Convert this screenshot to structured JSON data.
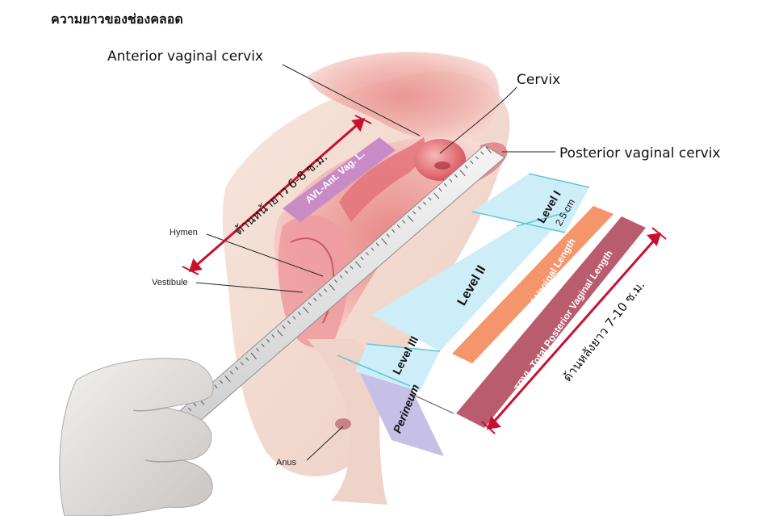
{
  "title": "ความยาวของช่องคลอด",
  "labels": {
    "anterior_cervix": "Anterior vaginal cervix",
    "cervix": "Cervix",
    "posterior_cervix": "Posterior vaginal cervix",
    "hymen": "Hymen",
    "vestibule": "Vestibule",
    "anus": "Anus"
  },
  "measurements": {
    "anterior_length": "ด้านหน้ายาว 6-8 ซ.ม.",
    "posterior_length": "ด้านหลังยาว 7-10 ซ.ม."
  },
  "bands": {
    "avl": "AVL-Ant. Vag. L.",
    "level1": "Level I",
    "level1_size": "2.5 cm",
    "level2": "Level II",
    "level3": "Level III",
    "perineum": "Perineum",
    "tvl": "TVL-Total Vaginal Length",
    "tpvl": "TPVL-Total Posterior Vaginal Length"
  },
  "colors": {
    "arrow": "#c8102e",
    "avl_band": "#c98bc5",
    "level_band": "#cdeef8",
    "level_line": "#5ec8dc",
    "tvl_band": "#f4956c",
    "tpvl_band": "#b85c6e",
    "perineum_band": "#c6bfe6"
  }
}
